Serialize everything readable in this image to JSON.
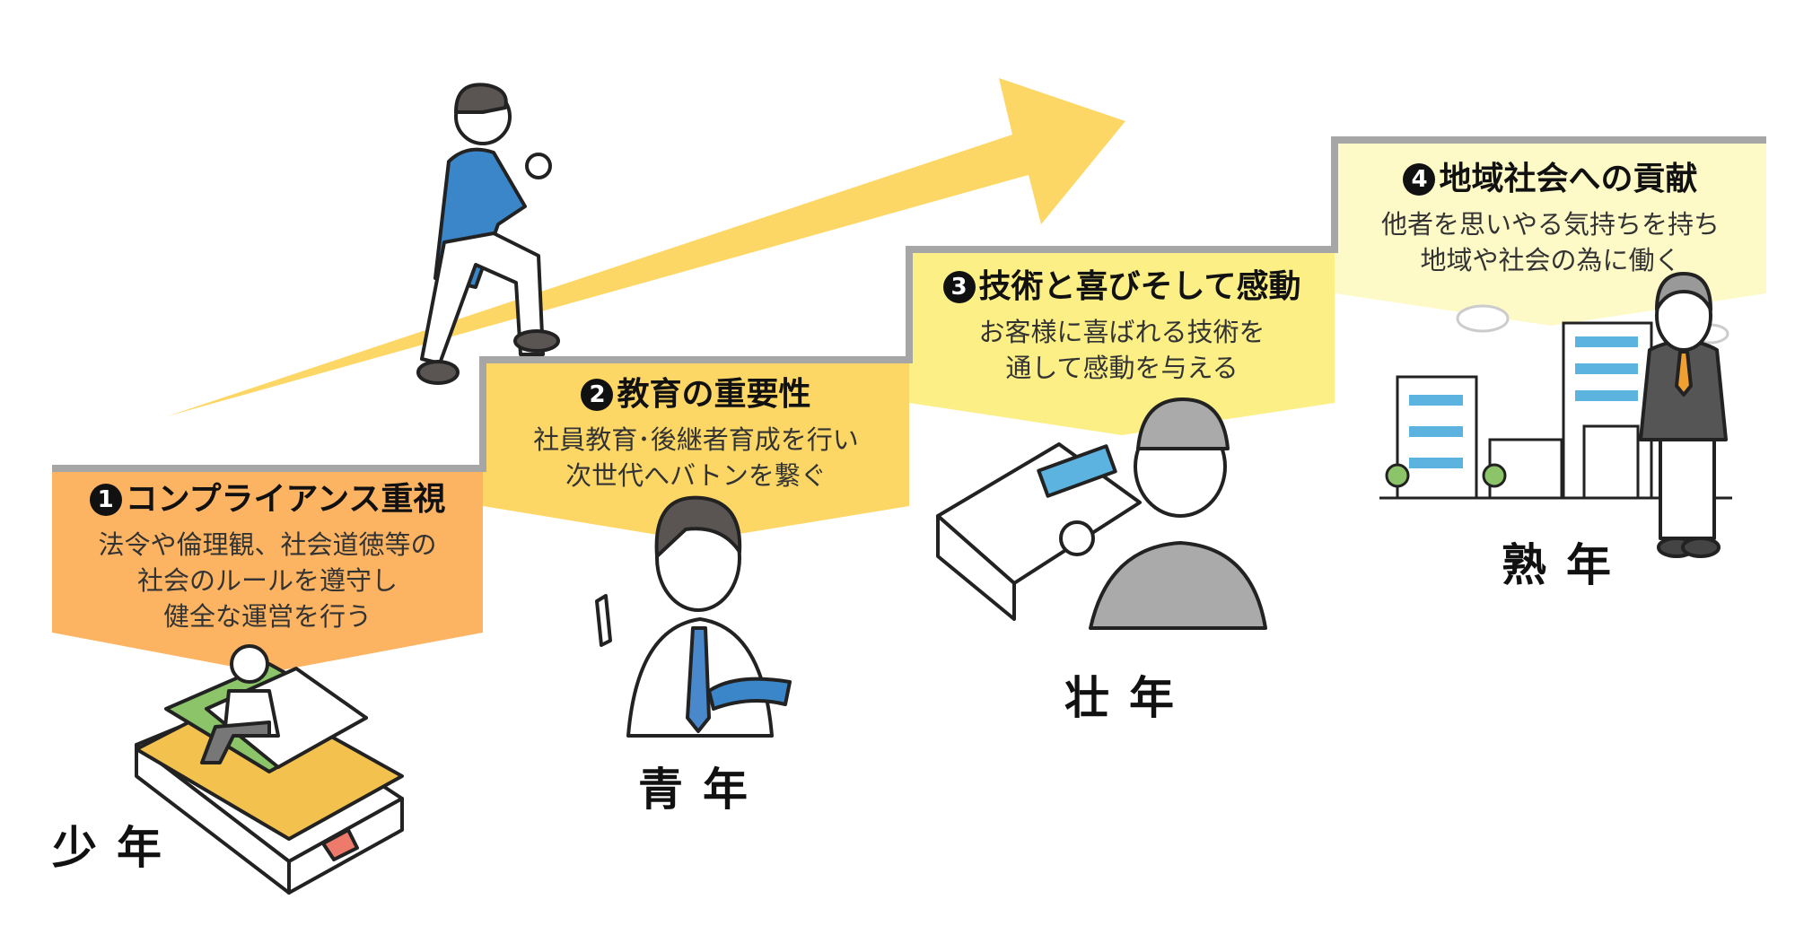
{
  "colors": {
    "panel1": "#FDB462",
    "panel2": "#FDD765",
    "panel3": "#FBEF86",
    "panel4": "#FEFAC8",
    "arrow": "#FDD765",
    "stairs": "#A6A6A6"
  },
  "stages": [
    {
      "num": "1",
      "title": "コンプライアンス重視",
      "lines": [
        "法令や倫理観、社会道徳等の",
        "社会のルールを遵守し",
        "健全な運営を行う"
      ],
      "age": "少年"
    },
    {
      "num": "2",
      "title": "教育の重要性",
      "lines": [
        "社員教育･後継者育成を行い",
        "次世代へバトンを繋ぐ"
      ],
      "age": "青年"
    },
    {
      "num": "3",
      "title": "技術と喜びそして感動",
      "lines": [
        "お客様に喜ばれる技術を",
        "通して感動を与える"
      ],
      "age": "壮年"
    },
    {
      "num": "4",
      "title": "地域社会への貢献",
      "lines": [
        "他者を思いやる気持ちを持ち",
        "地域や社会の為に働く"
      ],
      "age": "熟年"
    }
  ]
}
